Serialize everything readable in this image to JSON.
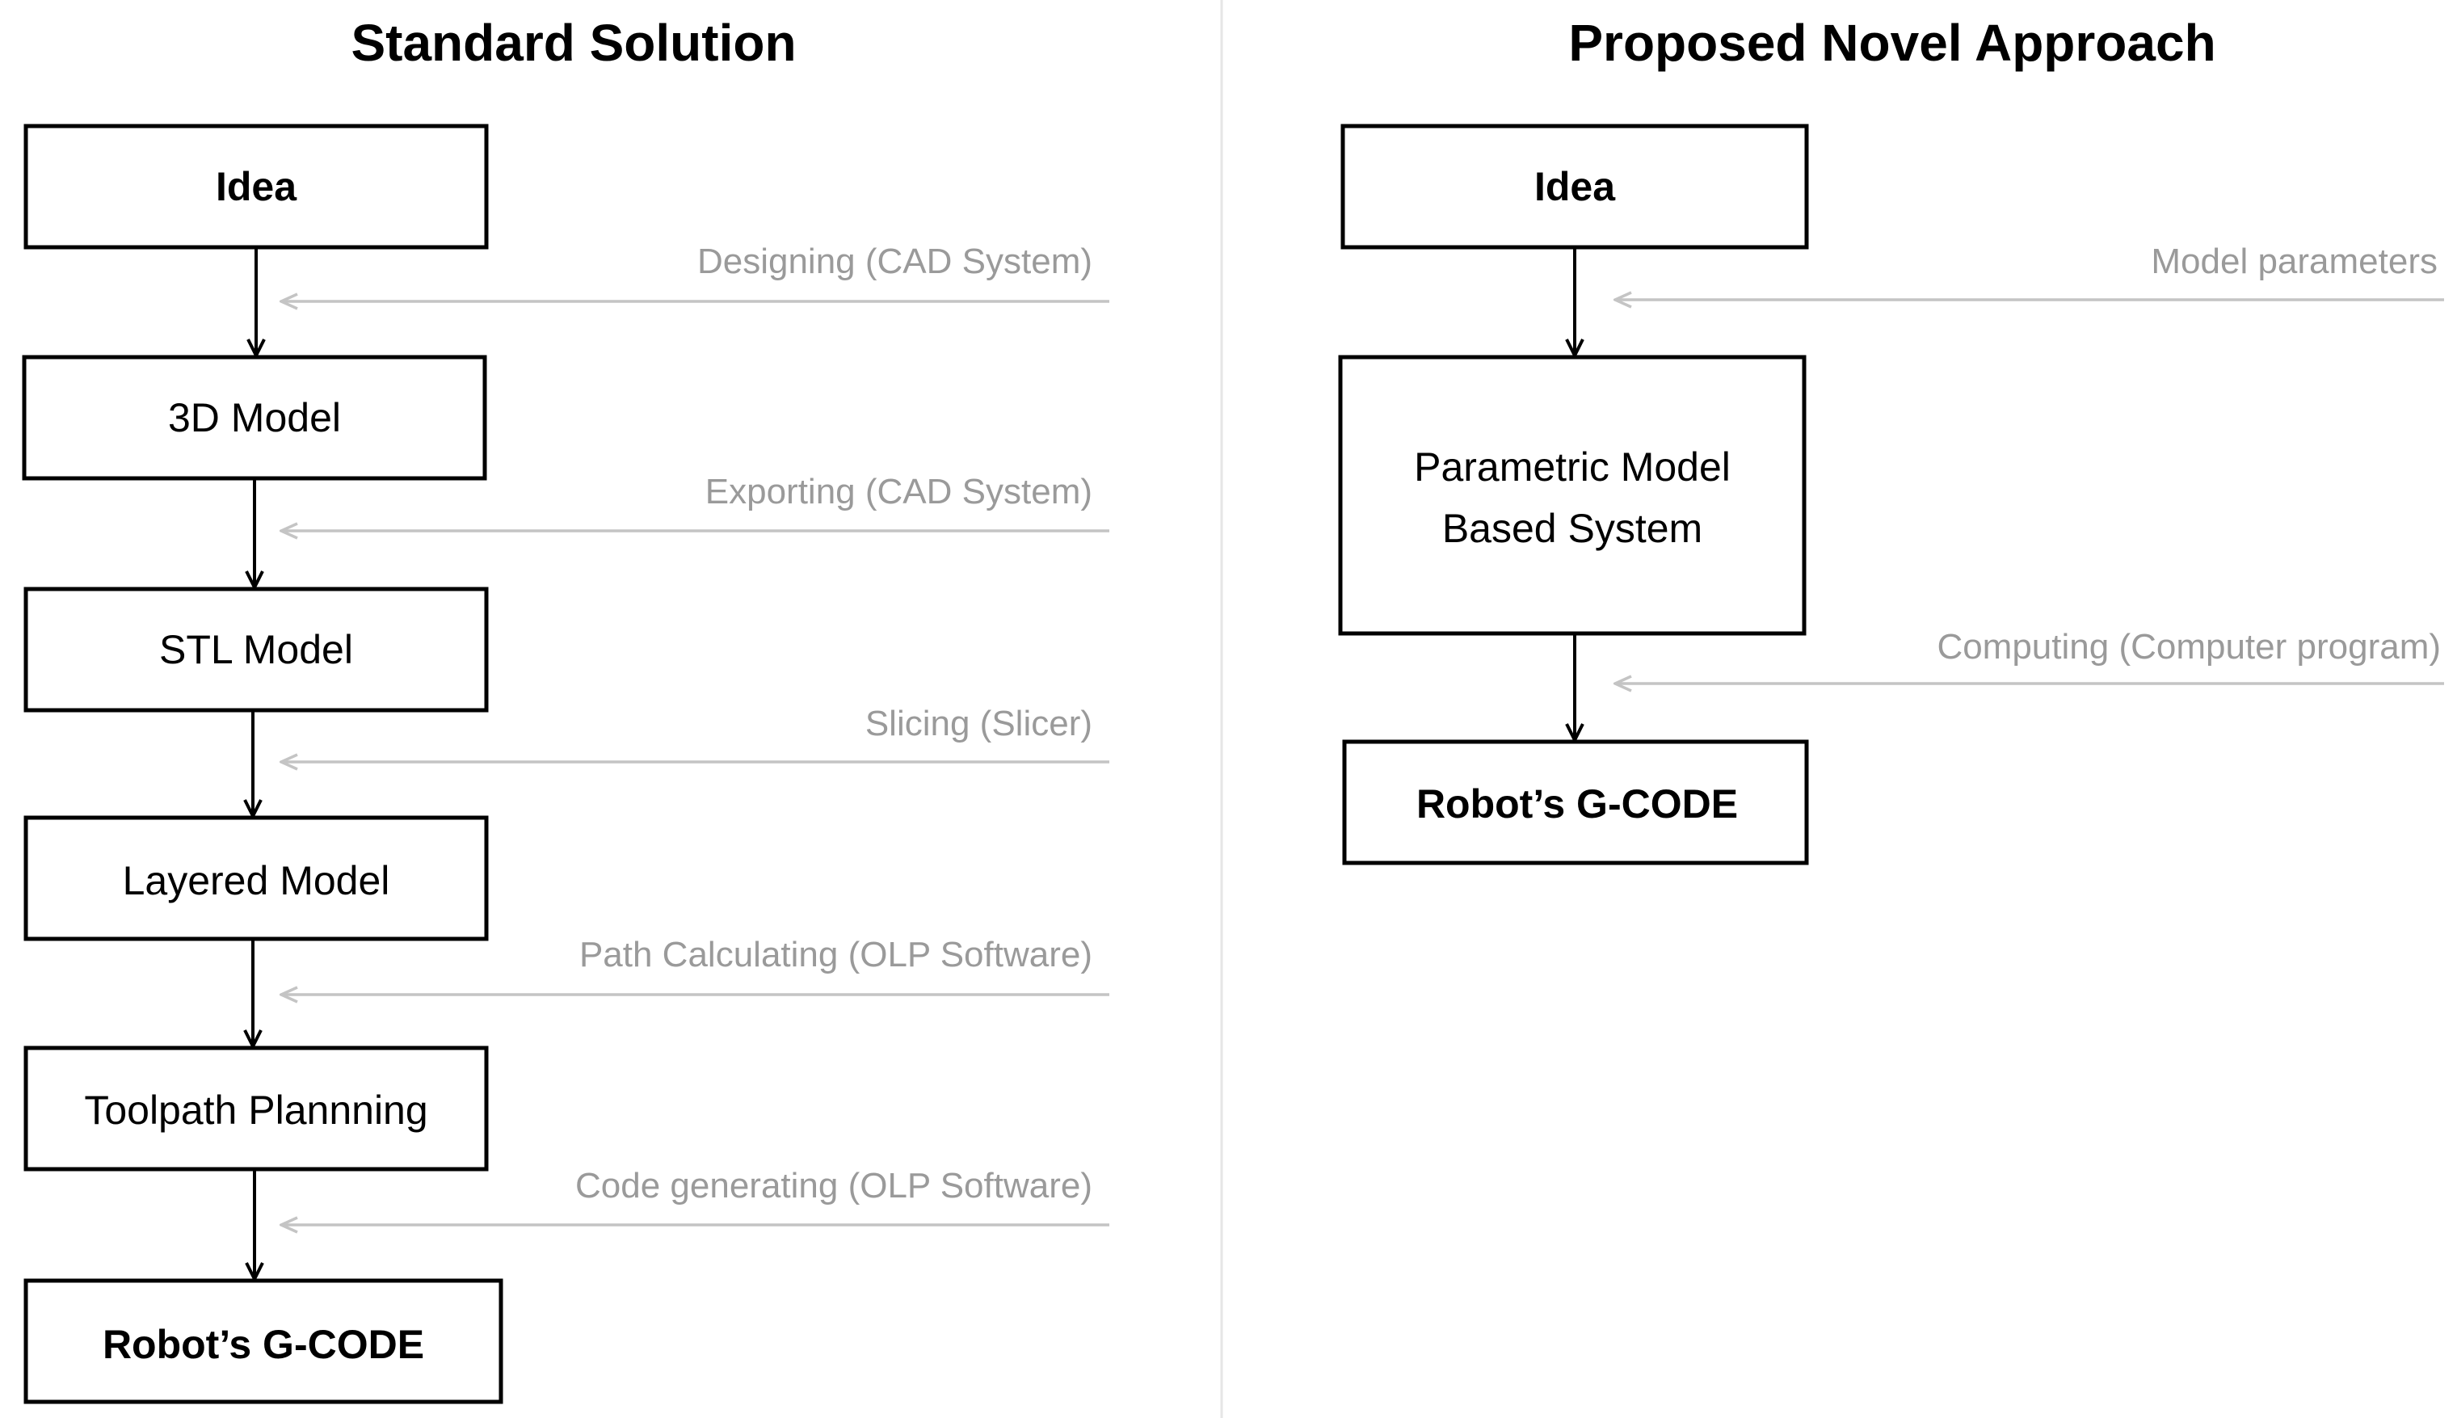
{
  "standard": {
    "title": "Standard Solution",
    "boxes": [
      {
        "label": "Idea",
        "bold": true
      },
      {
        "label": "3D Model",
        "bold": false
      },
      {
        "label": "STL Model",
        "bold": false
      },
      {
        "label": "Layered Model",
        "bold": false
      },
      {
        "label": "Toolpath Plannning",
        "bold": false
      },
      {
        "label": "Robot’s G-CODE",
        "bold": true
      }
    ],
    "steps": [
      "Designing (CAD System)",
      "Exporting (CAD System)",
      "Slicing (Slicer)",
      "Path Calculating (OLP Software)",
      "Code generating (OLP Software)"
    ]
  },
  "proposed": {
    "title": "Proposed Novel Approach",
    "boxes": [
      {
        "label": "Idea",
        "bold": true
      },
      {
        "label_lines": [
          "Parametric Model",
          "Based System"
        ],
        "bold": false
      },
      {
        "label": "Robot’s G-CODE",
        "bold": true
      }
    ],
    "steps": [
      "Model parameters",
      "Computing (Computer program)"
    ]
  },
  "colors": {
    "box_border": "#000000",
    "flow_arrow": "#000000",
    "input_arrow": "#c4c4c4",
    "step_text": "#9a9a9a",
    "divider": "#e6e6e6"
  }
}
